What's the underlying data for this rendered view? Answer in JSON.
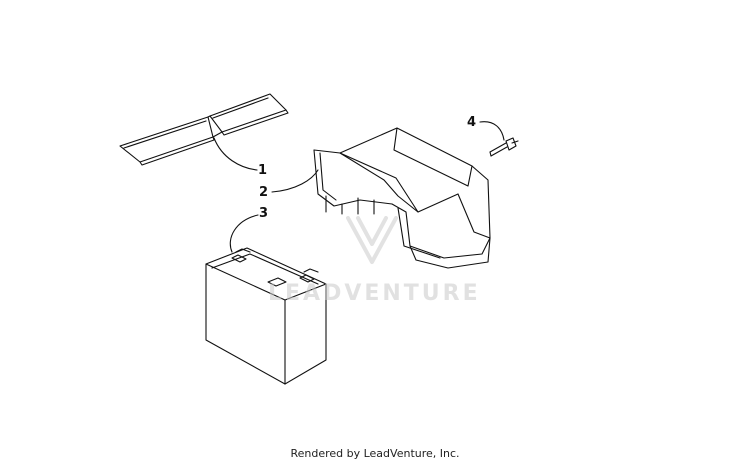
{
  "callouts": {
    "item1": "1",
    "item2": "2",
    "item3": "3",
    "item4": "4"
  },
  "watermark": {
    "text": "LEADVENTURE"
  },
  "footer": {
    "credit": "Rendered by LeadVenture, Inc."
  },
  "colors": {
    "line": "#111111",
    "watermark": "#c9c9c9"
  }
}
